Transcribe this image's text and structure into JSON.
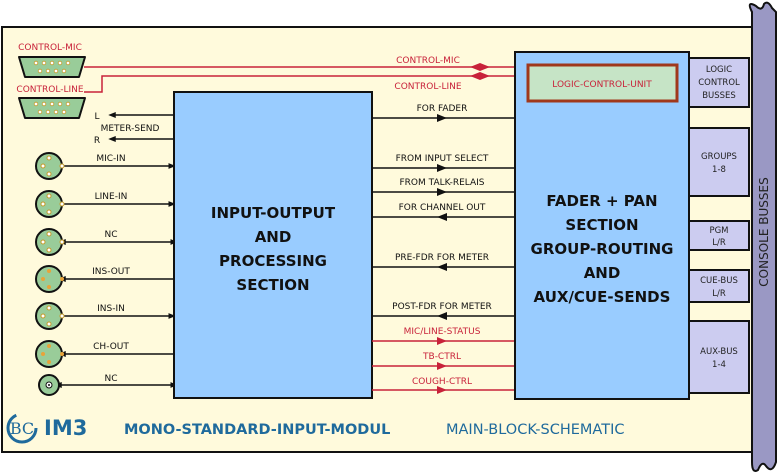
{
  "colors": {
    "panel": "#fffadc",
    "block": "#99ccff",
    "bus": "#9a98c4",
    "bus_box": "#ccccf0",
    "connector": "#99cc99",
    "control_red": "#c8223a",
    "logic_box_border": "#a0381c",
    "logic_box_fill": "#c6e4c6",
    "title_blue": "#1f6a9c"
  },
  "connectors": {
    "control_mic": "CONTROL-MIC",
    "control_line": "CONTROL-LINE",
    "meter_send": "METER-SEND",
    "meter_l": "L",
    "meter_r": "R",
    "mic_in": "MIC-IN",
    "line_in": "LINE-IN",
    "nc1": "NC",
    "ins_out": "INS-OUT",
    "ins_in": "INS-IN",
    "ch_out": "CH-OUT",
    "nc2": "NC"
  },
  "input_block": {
    "lines": [
      "INPUT-OUTPUT",
      "AND",
      "PROCESSING",
      "SECTION"
    ]
  },
  "fader_block": {
    "logic_unit": "LOGIC-CONTROL-UNIT",
    "lines": [
      "FADER + PAN",
      "SECTION",
      "GROUP-ROUTING",
      "AND",
      "AUX/CUE-SENDS"
    ]
  },
  "signals": {
    "control_mic": "CONTROL-MIC",
    "control_line": "CONTROL-LINE",
    "for_fader": "FOR FADER",
    "from_input_select": "FROM INPUT SELECT",
    "from_talk_relais": "FROM TALK-RELAIS",
    "for_channel_out": "FOR CHANNEL OUT",
    "pre_fdr": "PRE-FDR FOR METER",
    "post_fdr": "POST-FDR FOR METER",
    "mic_line_status": "MIC/LINE-STATUS",
    "tb_ctrl": "TB-CTRL",
    "cough_ctrl": "COUGH-CTRL"
  },
  "busses": {
    "title": "CONSOLE BUSSES",
    "logic": [
      "LOGIC",
      "CONTROL",
      "BUSSES"
    ],
    "groups": [
      "GROUPS",
      "1-8"
    ],
    "pgm": [
      "PGM",
      "L/R"
    ],
    "cue": [
      "CUE-BUS",
      "L/R"
    ],
    "aux": [
      "AUX-BUS",
      "1-4"
    ]
  },
  "footer": {
    "logo": "BC",
    "model": "IM3",
    "module": "MONO-STANDARD-INPUT-MODUL",
    "subtitle": "MAIN-BLOCK-SCHEMATIC"
  }
}
